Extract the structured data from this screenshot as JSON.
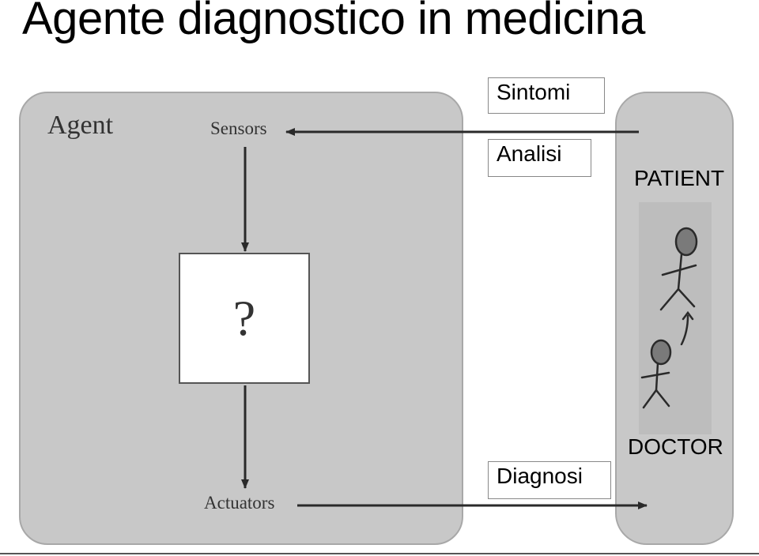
{
  "title": "Agente diagnostico in medicina",
  "agent": {
    "label": "Agent",
    "sensors_label": "Sensors",
    "actuators_label": "Actuators",
    "unknown_symbol": "?"
  },
  "tags": {
    "sintomi": "Sintomi",
    "analisi": "Analisi",
    "diagnosi": "Diagnosi"
  },
  "environment": {
    "patient_label": "PATIENT",
    "doctor_label": "DOCTOR"
  },
  "colors": {
    "box_fill": "#c8c8c8",
    "arrow": "#2a2a2a",
    "figure": "#2a2a2a",
    "head_fill": "#7a7a7a"
  }
}
